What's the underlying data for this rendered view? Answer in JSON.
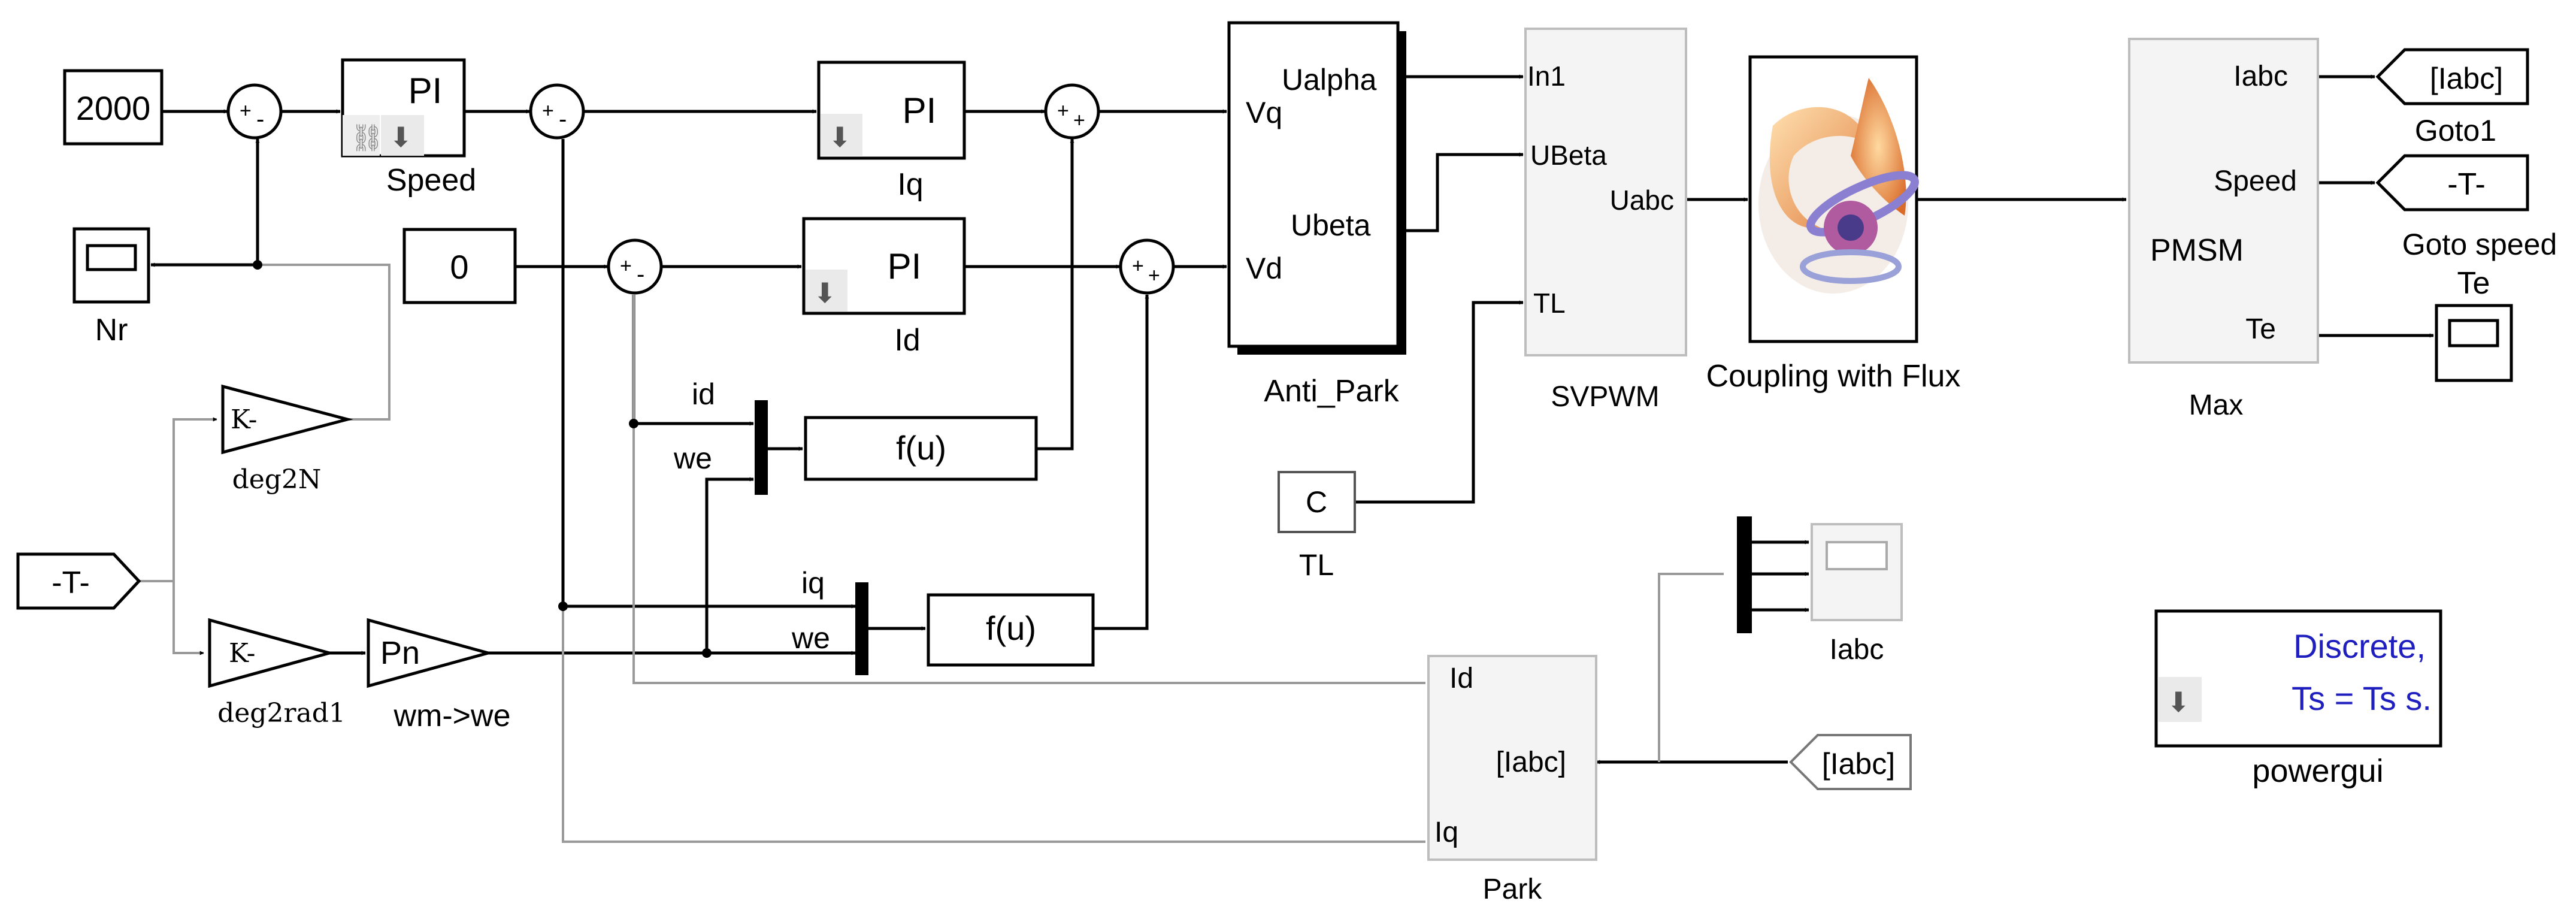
{
  "colors": {
    "line": "#000000",
    "gray_line": "#9a9a9a",
    "powergui_text": "#1f1fbf",
    "subsystem_fill": "#f4f4f4"
  },
  "blocks": {
    "speed_ref": "2000",
    "id_ref": "0",
    "speed_pi": {
      "text": "PI",
      "name": "Speed"
    },
    "iq_pi": {
      "text": "PI",
      "name": "Iq"
    },
    "id_pi": {
      "text": "PI",
      "name": "Id"
    },
    "nr_scope": "Nr",
    "deg2n": {
      "text": "K-",
      "name": "deg2N"
    },
    "deg2rad": {
      "text": "K-",
      "name": "deg2rad1"
    },
    "from_t": "-T-",
    "pn_gain": {
      "text": "Pn",
      "name": "wm->we"
    },
    "mux1_labels": {
      "a": "id",
      "b": "we"
    },
    "mux2_labels": {
      "a": "iq",
      "b": "we"
    },
    "fcn1": "f(u)",
    "fcn2": "f(u)",
    "anti_park": {
      "in_vq": "Vq",
      "in_vd": "Vd",
      "out_ualpha": "Ualpha",
      "out_ubeta": "Ubeta",
      "name": "Anti_Park"
    },
    "svpwm": {
      "in1": "In1",
      "in2": "UBeta",
      "in3": "TL",
      "out": "Uabc",
      "name": "SVPWM"
    },
    "tl_const": {
      "text": "C",
      "name": "TL"
    },
    "coupling": {
      "name": "Coupling with Flux"
    },
    "pmsm": {
      "out1": "Iabc",
      "out2": "Speed",
      "out3": "Te",
      "center": "PMSM",
      "name": "Max"
    },
    "goto1": {
      "text": "[Iabc]",
      "name": "Goto1"
    },
    "goto_speed": {
      "text": "-T-",
      "name": "Goto speed"
    },
    "te_scope": "Te",
    "iabc_scope": "Iabc",
    "park": {
      "in1": "Id",
      "in2": "[Iabc]",
      "in3": "Iq",
      "name": "Park"
    },
    "from_iabc": "[Iabc]",
    "powergui": {
      "line1": "Discrete,",
      "line2": "Ts = Ts s.",
      "name": "powergui"
    }
  }
}
